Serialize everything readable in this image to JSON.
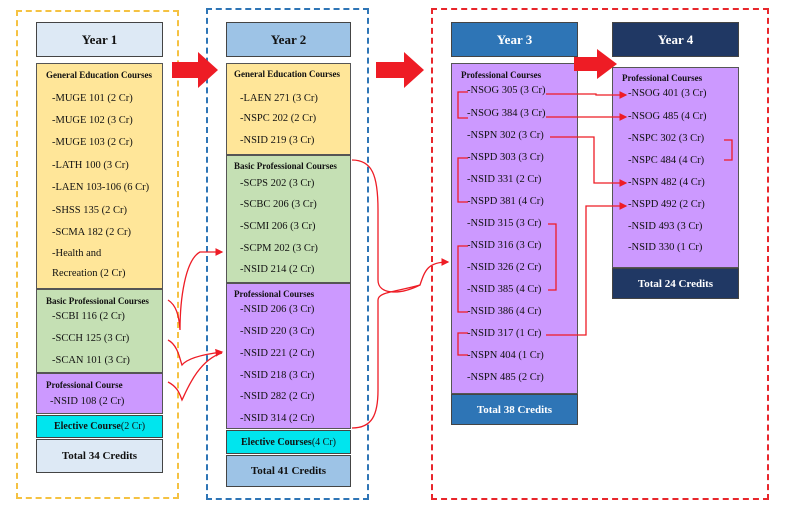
{
  "colors": {
    "year1_border": "#f5c242",
    "year2_border": "#2e75b6",
    "year34_border": "#e8262b",
    "gen_ed_fill": "#ffe699",
    "basic_prof_fill": "#c5e0b4",
    "prof_fill": "#cc99ff",
    "elective_fill": "#00e5ee",
    "arrow_red": "#ee1c25"
  },
  "year1": {
    "header": "Year 1",
    "gen_ed_title": "General Education Courses",
    "gen_ed": [
      "-MUGE 101 (2 Cr)",
      "-MUGE 102 (3 Cr)",
      "-MUGE 103 (2 Cr)",
      "-LATH 100 (3 Cr)",
      "-LAEN 103-106 (6 Cr)",
      "-SHSS 135 (2 Cr)",
      "-SCMA 182 (2 Cr)",
      "-Health and",
      "Recreation (2 Cr)"
    ],
    "basic_title": "Basic Professional Courses",
    "basic": [
      "-SCBI 116 (2 Cr)",
      "-SCCH 125 (3 Cr)",
      "-SCAN 101 (3 Cr)"
    ],
    "prof_title": "Professional Course",
    "prof": [
      "-NSID 108 (2 Cr)"
    ],
    "elective_bold": "Elective Course",
    "elective_rest": " (2 Cr)",
    "total": "Total 34 Credits"
  },
  "year2": {
    "header": "Year 2",
    "gen_ed_title": "General Education Courses",
    "gen_ed": [
      "-LAEN 271 (3 Cr)",
      "-NSPC 202 (2 Cr)",
      "-NSID 219 (3 Cr)"
    ],
    "basic_title": "Basic Professional Courses",
    "basic": [
      "-SCPS 202 (3 Cr)",
      "-SCBC 206 (3 Cr)",
      "-SCMI 206 (3 Cr)",
      "-SCPM 202 (3 Cr)",
      "-NSID 214 (2 Cr)"
    ],
    "prof_title": "Professional Courses",
    "prof": [
      "-NSID 206 (3 Cr)",
      "-NSID 220 (3 Cr)",
      "-NSID 221 (2 Cr)",
      "-NSID 218 (3 Cr)",
      "-NSID 282 (2 Cr)",
      "-NSID 314 (2 Cr)"
    ],
    "elective_bold": "Elective Courses",
    "elective_rest": " (4 Cr)",
    "total": "Total 41 Credits"
  },
  "year3": {
    "header": "Year 3",
    "prof_title": "Professional Courses",
    "prof": [
      "-NSOG 305 (3 Cr)",
      "-NSOG 384 (3 Cr)",
      "-NSPN 302 (3 Cr)",
      "-NSPD 303 (3 Cr)",
      "-NSID 331 (2 Cr)",
      "-NSPD 381 (4 Cr)",
      "-NSID 315 (3 Cr)",
      "-NSID 316 (3 Cr)",
      "-NSID 326 (2 Cr)",
      "-NSID  385 (4 Cr)",
      "-NSID 386 (4 Cr)",
      "-NSID 317 (1 Cr)",
      "-NSPN 404 (1 Cr)",
      "-NSPN 485 (2 Cr)"
    ],
    "total": "Total 38 Credits"
  },
  "year4": {
    "header": "Year 4",
    "prof_title": "Professional Courses",
    "prof": [
      "-NSOG 401 (3 Cr)",
      "-NSOG 485 (4 Cr)",
      "-NSPC 302 (3 Cr)",
      "-NSPC 484 (4 Cr)",
      "-NSPN 482 (4 Cr)",
      "-NSPD 492 (2 Cr)",
      "-NSID 493 (3 Cr)",
      "-NSID 330 (1 Cr)"
    ],
    "total": "Total 24 Credits"
  }
}
